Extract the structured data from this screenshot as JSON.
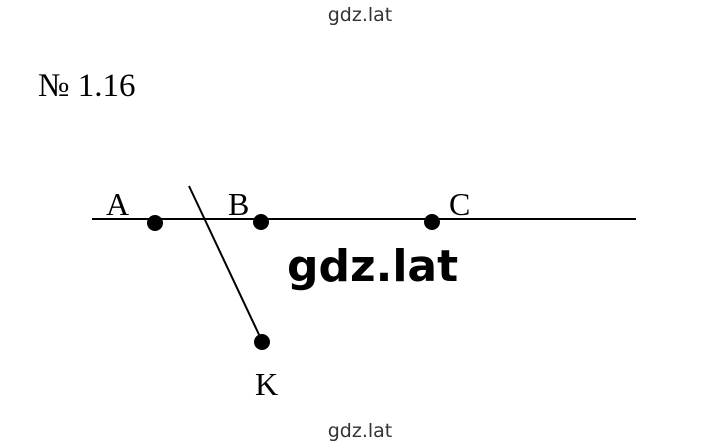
{
  "watermark": {
    "top": "gdz.lat",
    "center": "gdz.lat",
    "bottom": "gdz.lat"
  },
  "problem": {
    "number": "№ 1.16"
  },
  "points": {
    "A": "A",
    "B": "B",
    "C": "C",
    "K": "K"
  },
  "colors": {
    "ink": "#000000",
    "watermark": "#333333",
    "background": "#ffffff"
  }
}
